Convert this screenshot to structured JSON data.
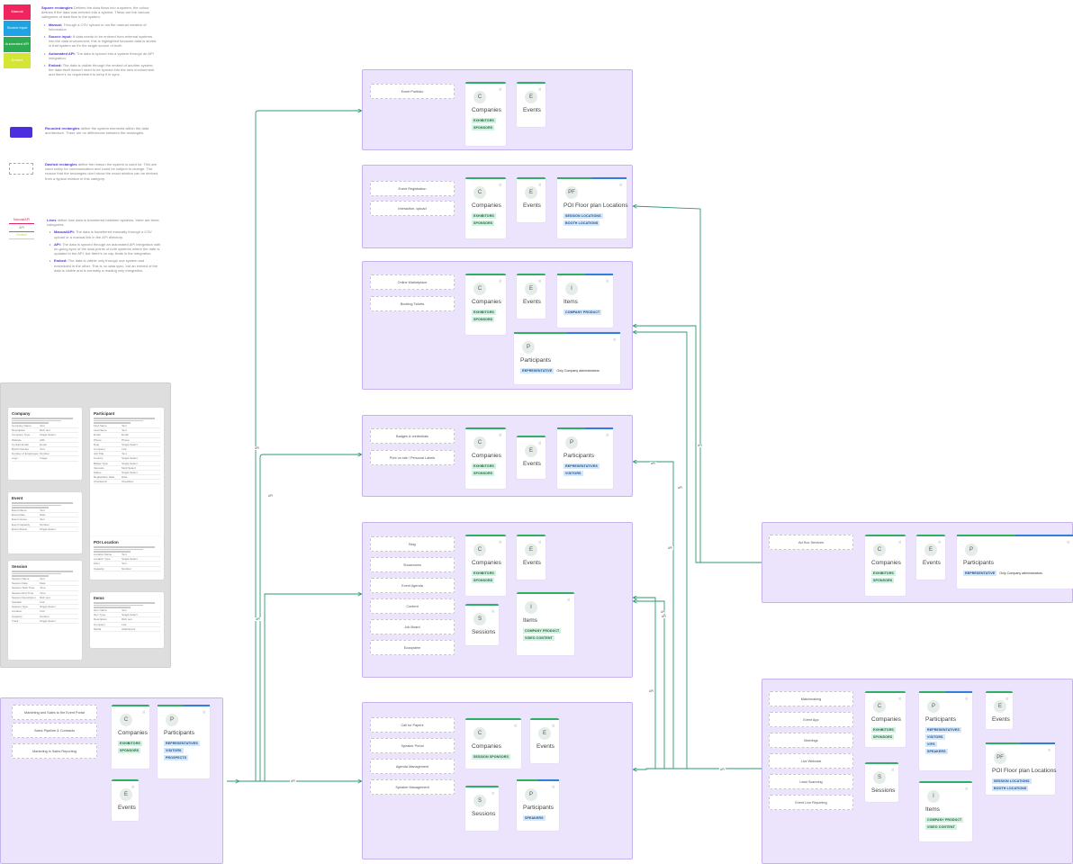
{
  "legend": {
    "stickies": [
      {
        "label": "Manual",
        "color": "#f0245e"
      },
      {
        "label": "Source input",
        "color": "#1fa3e2"
      },
      {
        "label": "Automated API",
        "color": "#2dab52"
      },
      {
        "label": "Embed",
        "color": "#d4e534"
      }
    ],
    "square_intro_title": "Square rectangles",
    "square_intro_text": "Defines the data flows into a system, the colour defines if the data was entered into a system. These are the various categories of data flow in the system.",
    "bullets": [
      {
        "title": "Manual:",
        "text": "Through a CSV upload or via the manual creation of information"
      },
      {
        "title": "Source input:",
        "text": "If data needs to be entered from external systems into the data environment, this is highlighted because data is stored in that system as it's the single source of truth."
      },
      {
        "title": "Automated API:",
        "text": "The data is synced into a system through an API integration."
      },
      {
        "title": "Embed:",
        "text": "The data is visible through the embed of another system; the data itself doesn't need to be synced into the new environment and there's no requirement to keep it in sync."
      }
    ],
    "rounded_title": "Rounded rectangles",
    "rounded_text": "define the system elements within the data architecture. There are no differences between the rectangles.",
    "dashed_title": "Dashed rectangles",
    "dashed_text": "define the reason the system is used for. This are used solely for communication and could be subject to change. The reason that the rectangles don't show the exact relation can be derived from a typical relation in this category.",
    "lines_title": "Lines",
    "lines_text": "define how data is transferred between systems, there are three categories.",
    "line_labels": [
      "Manual/API",
      "API",
      "Embed"
    ],
    "line_colors": [
      "#e0245e",
      "#2dab52",
      "#d4e534"
    ],
    "line_bullets": [
      {
        "title": "Manual/API:",
        "text": "The data is transferred manually through a CSV upload or a manual link in the API directory."
      },
      {
        "title": "API:",
        "text": "The data is synced through an automated API integration with on-going sync of the data points of both systems where the date is updated in the API, but there's no cap limits in the integration."
      },
      {
        "title": "Embed:",
        "text": "The data is visible only through one system and embedded in the other. This is no data sync, but an embed of the data is visible and is normally a reading only integration."
      }
    ]
  },
  "dictionary": [
    {
      "title": "Company",
      "rows": [
        [
          "Company Name",
          "Text"
        ],
        [
          "Description",
          "Rich text"
        ],
        [
          "Company Type",
          "Single Select"
        ],
        [
          "Website",
          "URL"
        ],
        [
          "Contact Email",
          "Email"
        ],
        [
          "Booth Number",
          "Text"
        ],
        [
          "Number of Employees",
          "Number"
        ],
        [
          "Logo",
          "Image"
        ]
      ]
    },
    {
      "title": "Event",
      "rows": [
        [
          "Event Name",
          "Text"
        ],
        [
          "Event Date",
          "Date"
        ],
        [
          "Event Venue",
          "Text"
        ],
        [
          "Event Capacity",
          "Number"
        ],
        [
          "Event Status",
          "Single Select"
        ]
      ]
    },
    {
      "title": "Session",
      "rows": [
        [
          "Session Name",
          "Text"
        ],
        [
          "Session Date",
          "Date"
        ],
        [
          "Session Start Time",
          "Time"
        ],
        [
          "Session End Time",
          "Time"
        ],
        [
          "Session Description",
          "Rich text"
        ],
        [
          "Speaker",
          "Link"
        ],
        [
          "Session Type",
          "Single Select"
        ],
        [
          "Location",
          "Link"
        ],
        [
          "Capacity",
          "Number"
        ],
        [
          "Track",
          "Single Select"
        ]
      ]
    },
    {
      "title": "Participant",
      "rows": [
        [
          "First Name",
          "Text"
        ],
        [
          "Last Name",
          "Text"
        ],
        [
          "Email",
          "Email"
        ],
        [
          "Phone",
          "Phone"
        ],
        [
          "Role",
          "Single Select"
        ],
        [
          "Company",
          "Link"
        ],
        [
          "Job Title",
          "Text"
        ],
        [
          "Country",
          "Single Select"
        ],
        [
          "Badge Type",
          "Single Select"
        ],
        [
          "Interests",
          "Multi Select"
        ],
        [
          "Status",
          "Single Select"
        ],
        [
          "Registration Date",
          "Date"
        ],
        [
          "Checked In",
          "Checkbox"
        ]
      ]
    },
    {
      "title": "POI Location",
      "rows": [
        [
          "Location Name",
          "Text"
        ],
        [
          "Location Type",
          "Single Select"
        ],
        [
          "Floor",
          "Text"
        ],
        [
          "Capacity",
          "Number"
        ]
      ]
    },
    {
      "title": "Items",
      "rows": [
        [
          "Item Name",
          "Text"
        ],
        [
          "Item Type",
          "Single Select"
        ],
        [
          "Description",
          "Rich text"
        ],
        [
          "Company",
          "Link"
        ],
        [
          "Media",
          "Attachment"
        ]
      ]
    }
  ],
  "containers": [
    {
      "dashed": [
        "Event Portfolio"
      ],
      "entities": [
        {
          "letter": "C",
          "name": "Companies",
          "tags": [
            [
              "EXHIBITORS"
            ],
            [
              "SPONSORS"
            ]
          ]
        },
        {
          "letter": "E",
          "name": "Events",
          "tags": []
        }
      ]
    },
    {
      "dashed": [
        "Event Registration",
        "Interaction, upload"
      ],
      "entities": [
        {
          "letter": "C",
          "name": "Companies",
          "tags": [
            [
              "EXHIBITORS"
            ],
            [
              "SPONSORS"
            ]
          ]
        },
        {
          "letter": "E",
          "name": "Events",
          "tags": []
        },
        {
          "letter": "PF",
          "name": "POI Floor plan Locations",
          "tags": [
            [
              "SESSION LOCATIONS"
            ],
            [
              "BOOTH LOCATIONS"
            ]
          ],
          "blue": true
        }
      ]
    },
    {
      "dashed": [
        "Online Marketplace",
        "Booking Tickets"
      ],
      "entities": [
        {
          "letter": "C",
          "name": "Companies",
          "tags": [
            [
              "EXHIBITORS"
            ],
            [
              "SPONSORS"
            ]
          ]
        },
        {
          "letter": "E",
          "name": "Events",
          "tags": []
        },
        {
          "letter": "I",
          "name": "Items",
          "tags": [
            [
              "COMPANY PRODUCT"
            ]
          ],
          "blue": true
        },
        {
          "letter": "P",
          "name": "Participants",
          "tags": [
            [
              "REPRESENTATIVE",
              "Only Company administrators"
            ]
          ],
          "blue": true
        }
      ]
    },
    {
      "dashed": [
        "Badges & credentials",
        "Print on site / Personal Labels"
      ],
      "entities": [
        {
          "letter": "C",
          "name": "Companies",
          "tags": [
            [
              "EXHIBITORS"
            ],
            [
              "SPONSORS"
            ]
          ]
        },
        {
          "letter": "E",
          "name": "Events",
          "tags": []
        },
        {
          "letter": "P",
          "name": "Participants",
          "tags": [
            [
              "REPRESENTATIVES"
            ],
            [
              "VISITORS"
            ]
          ],
          "blue": true
        }
      ]
    },
    {
      "dashed": [
        "Blog",
        "Showrooms",
        "Event Agenda",
        "Content",
        "Job Board",
        "Ecosystem"
      ],
      "entities": [
        {
          "letter": "C",
          "name": "Companies",
          "tags": [
            [
              "EXHIBITORS"
            ],
            [
              "SPONSORS"
            ]
          ]
        },
        {
          "letter": "E",
          "name": "Events",
          "tags": []
        },
        {
          "letter": "S",
          "name": "Sessions",
          "tags": []
        },
        {
          "letter": "I",
          "name": "Items",
          "tags": [
            [
              "COMPANY PRODUCT"
            ],
            [
              "VIDEO CONTENT"
            ]
          ]
        }
      ]
    },
    {
      "dashed": [
        "Call for Papers",
        "Speaker Portal",
        "Agenda Management",
        "Speaker Management"
      ],
      "entities": [
        {
          "letter": "C",
          "name": "Companies",
          "tags": [
            [
              "SESSION SPONSORS"
            ]
          ]
        },
        {
          "letter": "E",
          "name": "Events",
          "tags": []
        },
        {
          "letter": "S",
          "name": "Sessions",
          "tags": []
        },
        {
          "letter": "P",
          "name": "Participants",
          "tags": [
            [
              "SPEAKERS"
            ]
          ],
          "blue": true
        }
      ]
    },
    {
      "dashed": [
        "Marketing and Sales to the Event Portal",
        "Sales Pipeline & Contracts",
        "Marketing in Sales Reporting"
      ],
      "entities": [
        {
          "letter": "C",
          "name": "Companies",
          "tags": [
            [
              "EXHIBITORS"
            ],
            [
              "SPONSORS"
            ]
          ]
        },
        {
          "letter": "P",
          "name": "Participants",
          "tags": [
            [
              "REPRESENTATIVES"
            ],
            [
              "VISITORS"
            ],
            [
              "PROSPECTS"
            ]
          ],
          "blue": true
        },
        {
          "letter": "E",
          "name": "Events",
          "tags": []
        }
      ]
    },
    {
      "dashed": [
        "Ad Hoc Services"
      ],
      "entities": [
        {
          "letter": "C",
          "name": "Companies",
          "tags": [
            [
              "EXHIBITORS"
            ],
            [
              "SPONSORS"
            ]
          ]
        },
        {
          "letter": "E",
          "name": "Events",
          "tags": []
        },
        {
          "letter": "P",
          "name": "Participants",
          "tags": [
            [
              "REPRESENTATIVE",
              "Only Company administrators"
            ]
          ],
          "blue": true
        }
      ]
    },
    {
      "dashed": [
        "Matchmaking",
        "Event App",
        "Meetings",
        "Live Webcast",
        "Lead Scanning",
        "Event Live Reporting"
      ],
      "entities": [
        {
          "letter": "C",
          "name": "Companies",
          "tags": [
            [
              "EXHIBITORS"
            ],
            [
              "SPONSORS"
            ]
          ]
        },
        {
          "letter": "P",
          "name": "Participants",
          "tags": [
            [
              "REPRESENTATIVES"
            ],
            [
              "VISITORS"
            ],
            [
              "VIPS"
            ],
            [
              "SPEAKERS"
            ]
          ],
          "blue": true
        },
        {
          "letter": "E",
          "name": "Events",
          "tags": []
        },
        {
          "letter": "S",
          "name": "Sessions",
          "tags": []
        },
        {
          "letter": "PF",
          "name": "POI Floor plan Locations",
          "tags": [
            [
              "SESSION LOCATIONS"
            ],
            [
              "BOOTH LOCATIONS"
            ]
          ],
          "blue": true
        },
        {
          "letter": "I",
          "name": "Items",
          "tags": [
            [
              "COMPANY PRODUCT"
            ],
            [
              "VIDEO CONTENT"
            ]
          ]
        }
      ]
    }
  ],
  "connection_labels": [
    "API",
    "API",
    "API",
    "API",
    "API",
    "API",
    "API",
    "API",
    "API",
    "API",
    "API",
    "API"
  ]
}
